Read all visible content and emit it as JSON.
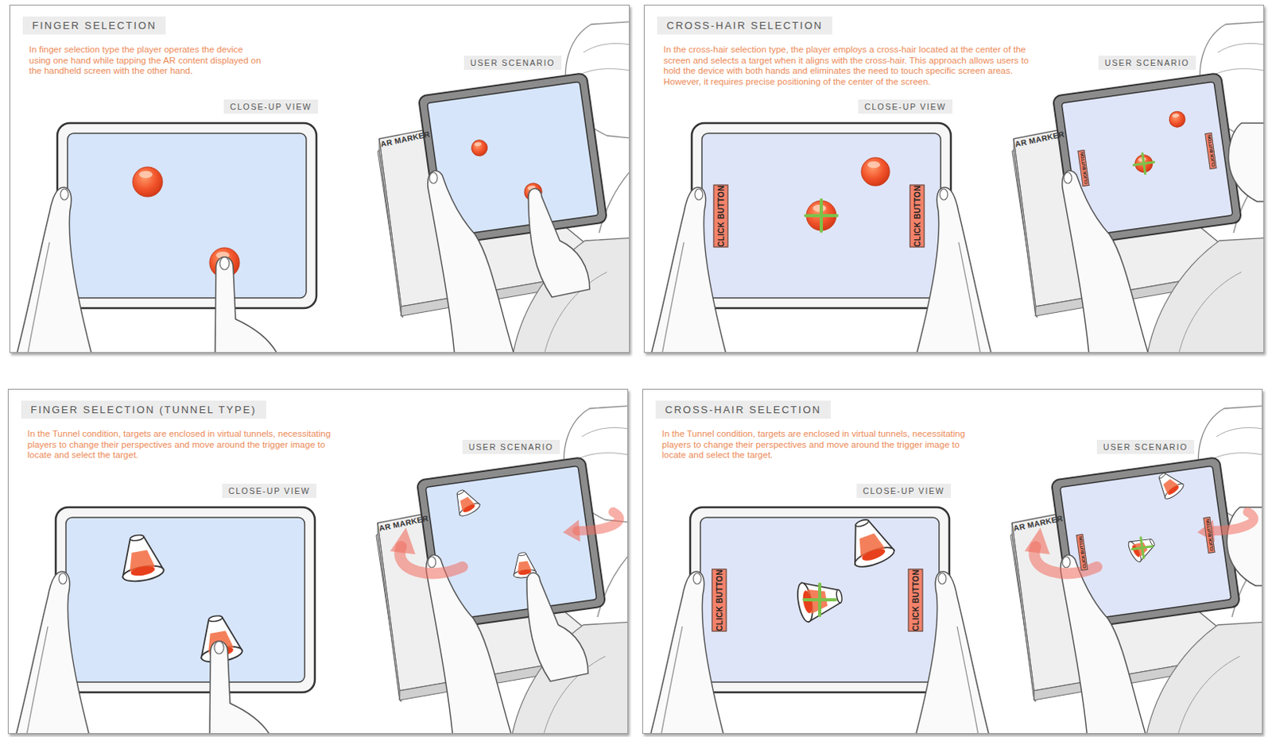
{
  "diagram": {
    "nodes": [
      {
        "text": [
          "In finger selection type the player operates the device using one hand while tapping the AR content displayed on the handheld screen with the other hand."
        ]
      },
      {
        "text": [
          "FINGER SELECTION"
        ],
        "in": 0
      },
      {
        "text": [
          "USER SCENARIO"
        ],
        "in": 0
      },
      {
        "text": [
          "CLOSE-UP VIEW"
        ],
        "in": 0
      },
      {
        "text": [
          "AR MARKER"
        ],
        "in": 0
      },
      {
        "text": [
          "In the cross-hair selection type, the player employs a cross-hair located at the center of the screen and selects a target when it aligns with the cross-hair. This approach allows users to hold the device with both hands and eliminates the need to touch specific screen areas. However, it requires precise positioning of the center of the screen."
        ]
      },
      {
        "text": [
          "CROSS-HAIR SELECTION"
        ],
        "in": 5
      },
      {
        "text": [
          "USER SCENARIO"
        ],
        "in": 5
      },
      {
        "text": [
          "CLOSE-UP VIEW"
        ],
        "in": 5
      },
      {
        "text": [
          "CLICK BUTTON"
        ],
        "in": 5
      },
      {
        "text": [
          "CLICK BUTTON"
        ],
        "in": 5
      },
      {
        "text": [
          "AR MARKER"
        ],
        "in": 5
      },
      {
        "text": [
          "CLICK BUTTON"
        ],
        "in": 5
      },
      {
        "text": [
          "CLICK BUTTON"
        ],
        "in": 5
      },
      {
        "text": [
          "In the Tunnel condition, targets are enclosed in virtual tunnels, necessitating players to change their perspectives and move around the trigger image to locate and select the target."
        ]
      },
      {
        "text": [
          "FINGER SELECTION (TUNNEL TYPE)"
        ],
        "in": 14
      },
      {
        "text": [
          "USER SCENARIO"
        ],
        "in": 14
      },
      {
        "text": [
          "CLOSE-UP VIEW"
        ],
        "in": 14
      },
      {
        "text": [
          "AR MARKER"
        ],
        "in": 14
      },
      {
        "text": [
          "In the Tunnel condition, targets are enclosed in virtual tunnels, necessitating players to change their perspectives and move around the trigger image to locate and select the target."
        ]
      },
      {
        "text": [
          "CROSS-HAIR SELECTION"
        ],
        "in": 19
      },
      {
        "text": [
          "USER SCENARIO"
        ],
        "in": 19
      },
      {
        "text": [
          "CLOSE-UP VIEW"
        ],
        "in": 19
      },
      {
        "text": [
          "CLICK BUTTON"
        ],
        "in": 19
      },
      {
        "text": [
          "CLICK BUTTON"
        ],
        "in": 19
      },
      {
        "text": [
          "AR MARKER"
        ],
        "in": 19
      },
      {
        "text": [
          "CLICK BUTTON"
        ],
        "in": 19
      },
      {
        "text": [
          "CLICK BUTTON"
        ],
        "in": 19
      }
    ]
  }
}
